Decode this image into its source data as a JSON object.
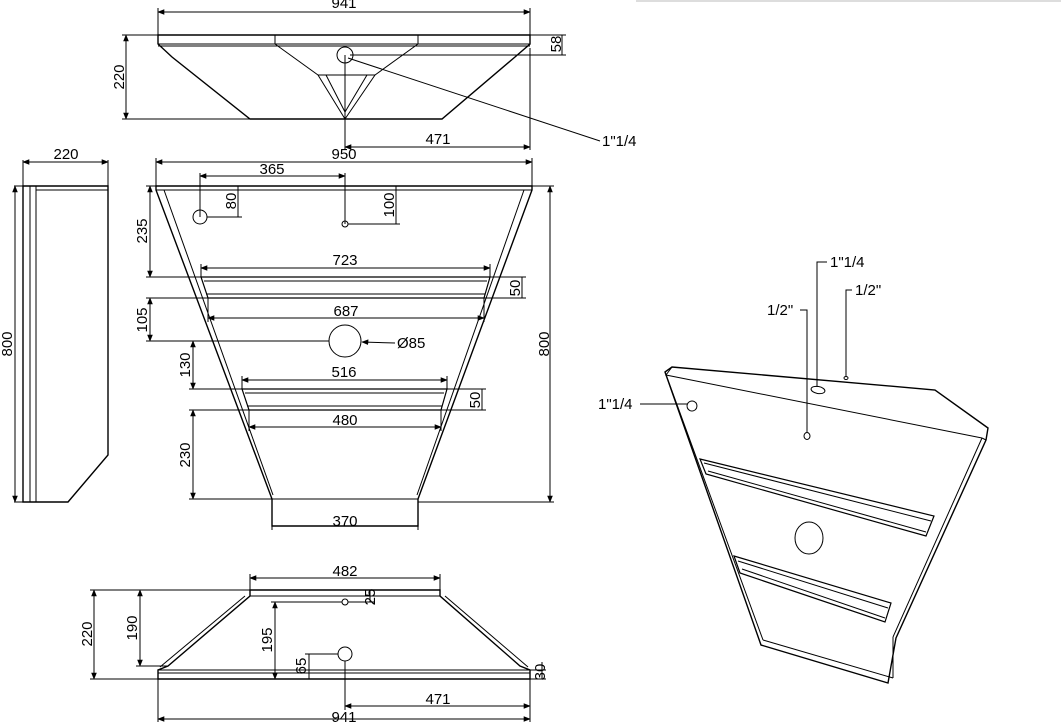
{
  "top_view": {
    "width_label": "941",
    "depth_label": "220",
    "rim_label": "58",
    "offset_label": "471"
  },
  "top_callout": "1\"1/4",
  "side_view": {
    "width_label": "220",
    "height_label": "800"
  },
  "front_view": {
    "width_label": "950",
    "hole_offset_label": "365",
    "hole_left_label": "80",
    "hole_center_label": "100",
    "top_gap_label": "235",
    "shelf1_top_label": "723",
    "shelf1_height_label": "50",
    "shelf1_bottom_label": "687",
    "gap1_label": "105",
    "drain_label": "Ø85",
    "gap2_label": "130",
    "shelf2_top_label": "516",
    "shelf2_height_label": "50",
    "shelf2_bottom_label": "480",
    "bottom_gap_label": "230",
    "bottom_width_label": "370",
    "height_label": "800"
  },
  "bottom_view": {
    "top_width_label": "482",
    "top_rim_label": "25",
    "depth_label": "220",
    "inner_depth_label": "190",
    "drain_depth_label": "195",
    "drain_offset_label": "65",
    "bottom_rim_label": "30",
    "offset_label": "471",
    "width_label": "941"
  },
  "iso_view": {
    "callout_top_center": "1\"1/4",
    "callout_left_half": "1/2\"",
    "callout_right_half": "1/2\"",
    "callout_side": "1\"1/4"
  }
}
